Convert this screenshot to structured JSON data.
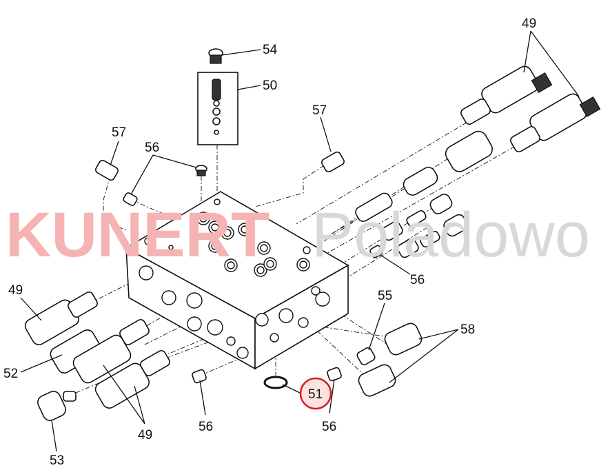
{
  "watermark": {
    "brand": "KUNERT",
    "suffix": "Poladowo"
  },
  "highlight_color": "#d62020",
  "callouts": [
    {
      "id": "label-49-top",
      "text": "49"
    },
    {
      "id": "label-54",
      "text": "54"
    },
    {
      "id": "label-50",
      "text": "50"
    },
    {
      "id": "label-57-left",
      "text": "57"
    },
    {
      "id": "label-57-right",
      "text": "57"
    },
    {
      "id": "label-56-top",
      "text": "56"
    },
    {
      "id": "label-56-right",
      "text": "56"
    },
    {
      "id": "label-49-left",
      "text": "49"
    },
    {
      "id": "label-55",
      "text": "55"
    },
    {
      "id": "label-58",
      "text": "58"
    },
    {
      "id": "label-52",
      "text": "52"
    },
    {
      "id": "label-51",
      "text": "51"
    },
    {
      "id": "label-56-bottom-left",
      "text": "56"
    },
    {
      "id": "label-56-bottom-right",
      "text": "56"
    },
    {
      "id": "label-49-bottom",
      "text": "49"
    },
    {
      "id": "label-53",
      "text": "53"
    }
  ]
}
